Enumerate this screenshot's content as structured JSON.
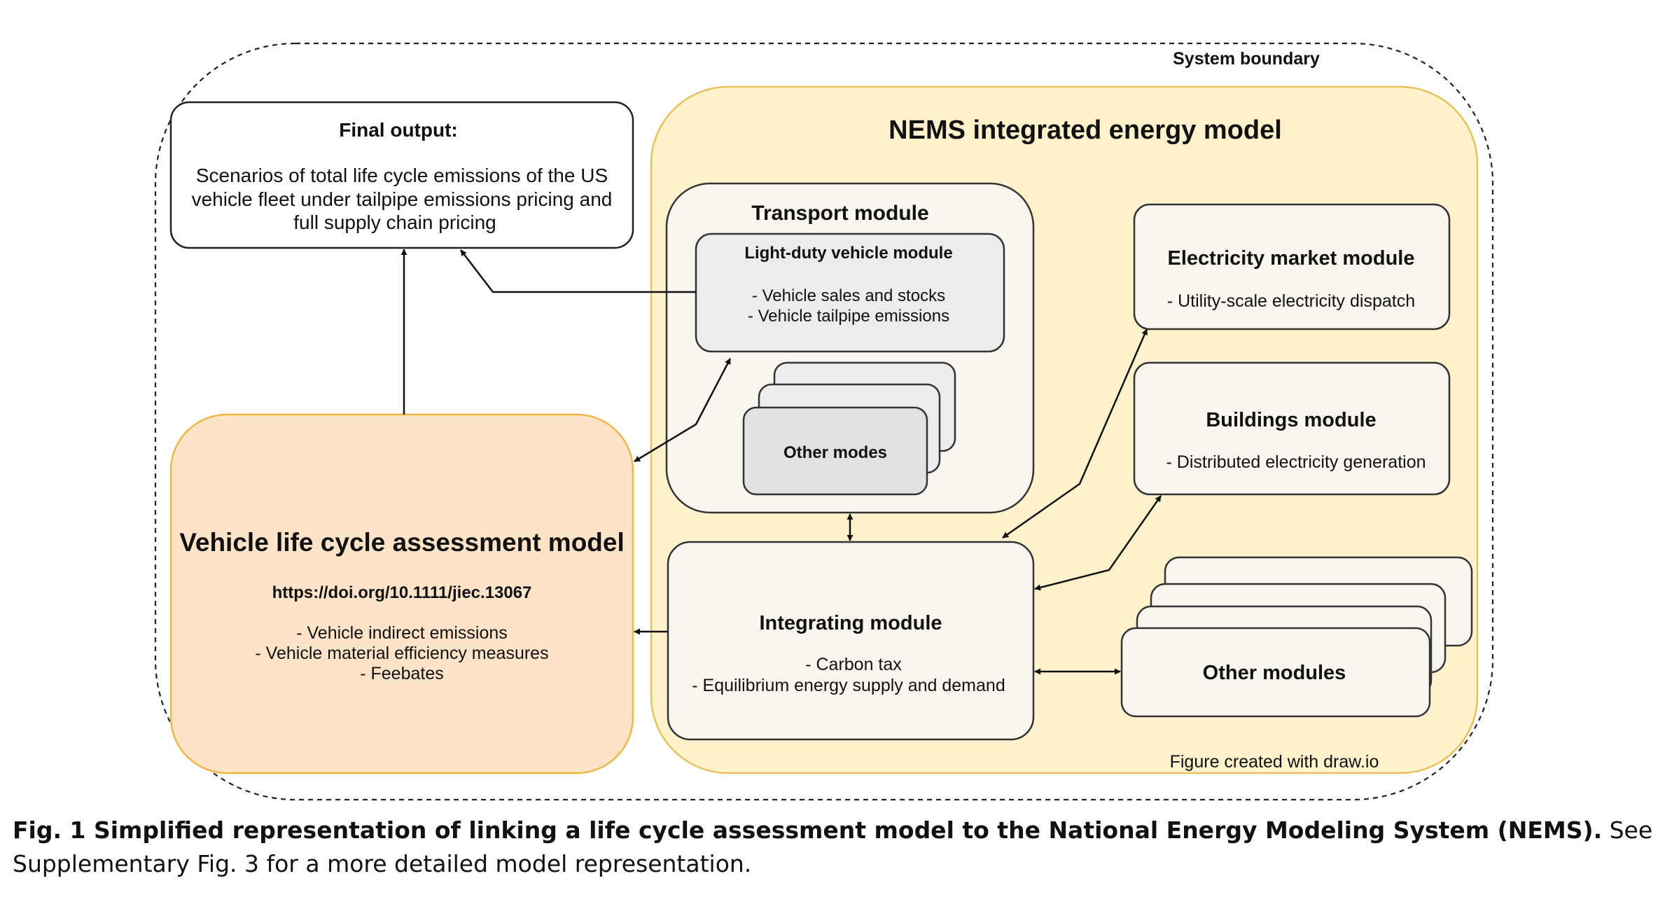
{
  "diagram": {
    "system_boundary": "System boundary",
    "nems_title": "NEMS integrated energy model",
    "final_output": {
      "title": "Final output:",
      "lines": [
        "Scenarios of total life cycle emissions of the US",
        "vehicle fleet under tailpipe emissions pricing and",
        "full supply chain pricing"
      ]
    },
    "transport": {
      "title": "Transport module"
    },
    "ldv": {
      "title": "Light-duty vehicle module",
      "lines": [
        "- Vehicle sales and stocks",
        "- Vehicle tailpipe emissions"
      ]
    },
    "other_modes": "Other modes",
    "lca": {
      "title": "Vehicle life cycle assessment model",
      "doi": "https://doi.org/10.1111/jiec.13067",
      "lines": [
        "- Vehicle indirect emissions",
        "- Vehicle material efficiency measures",
        "- Feebates"
      ]
    },
    "electricity": {
      "title": "Electricity market module",
      "lines": [
        "- Utility-scale electricity dispatch"
      ]
    },
    "buildings": {
      "title": "Buildings module",
      "lines": [
        "- Distributed electricity generation"
      ]
    },
    "integrating": {
      "title": "Integrating module",
      "lines": [
        "- Carbon tax",
        "- Equilibrium energy supply and demand"
      ]
    },
    "other_modules": "Other modules",
    "credit": "Figure created with draw.io",
    "colors": {
      "nems_fill": "#fff2cc",
      "nems_stroke": "#e6c25e",
      "lca_fill": "#fde3c7",
      "lca_stroke": "#f0b64a",
      "module_fill": "#f8f6ef",
      "ldv_fill": "#ececec",
      "stroke": "#333333"
    }
  },
  "caption": {
    "label": "Fig. 1 Simplified representation of linking a life cycle assessment model to the National Energy Modeling System (NEMS).",
    "text": " See Supplementary Fig. 3 for a more detailed model representation."
  }
}
